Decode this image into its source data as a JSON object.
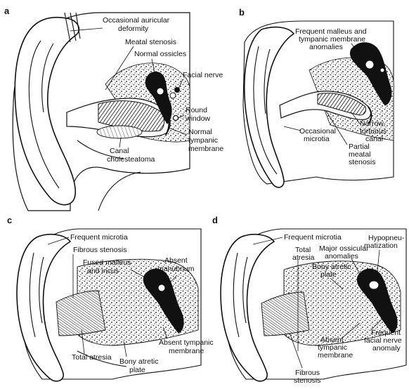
{
  "panels": [
    {
      "letter": "a",
      "labels": {
        "auricular": [
          "Occasional auricular",
          "deformity"
        ],
        "meatal": "Meatal stenosis",
        "ossicles": "Normal ossicles",
        "facial": "Facial nerve",
        "round": [
          "Round",
          "window"
        ],
        "tympanic": [
          "Normal",
          "tympanic",
          "membrane"
        ],
        "canal": [
          "Canal",
          "cholesteatoma"
        ]
      }
    },
    {
      "letter": "b",
      "labels": {
        "malleus": [
          "Frequent malleus and",
          "tympanic membrane",
          "anomalies"
        ],
        "narrow": [
          "Narrow,",
          "tortuous",
          "canal"
        ],
        "microtia": [
          "Occasional",
          "microtia"
        ],
        "partial": [
          "Partial",
          "meatal",
          "stenosis"
        ]
      }
    },
    {
      "letter": "c",
      "labels": {
        "microtia": "Frequent microtia",
        "fibrous": "Fibrous stenosis",
        "fused": [
          "Fused malleus",
          "and incus"
        ],
        "manubrium": [
          "Absent",
          "manubrium"
        ],
        "total": "Total atresia",
        "bony": [
          "Bony atretic",
          "plate"
        ],
        "tympanic": [
          "Absent tympanic",
          "membrane"
        ]
      }
    },
    {
      "letter": "d",
      "labels": {
        "microtia": "Frequent microtia",
        "hypo": [
          "Hypopneu-",
          "matization"
        ],
        "total": [
          "Total",
          "atresia"
        ],
        "ossicular": [
          "Major ossicular",
          "anomalies"
        ],
        "bony": [
          "Bony atretic",
          "plate"
        ],
        "facial": [
          "Frequent",
          "facial nerve",
          "anomaly"
        ],
        "tympanic": [
          "Absent",
          "tympanic",
          "membrane"
        ],
        "fibrous": [
          "Fibrous",
          "stenosis"
        ]
      }
    }
  ]
}
